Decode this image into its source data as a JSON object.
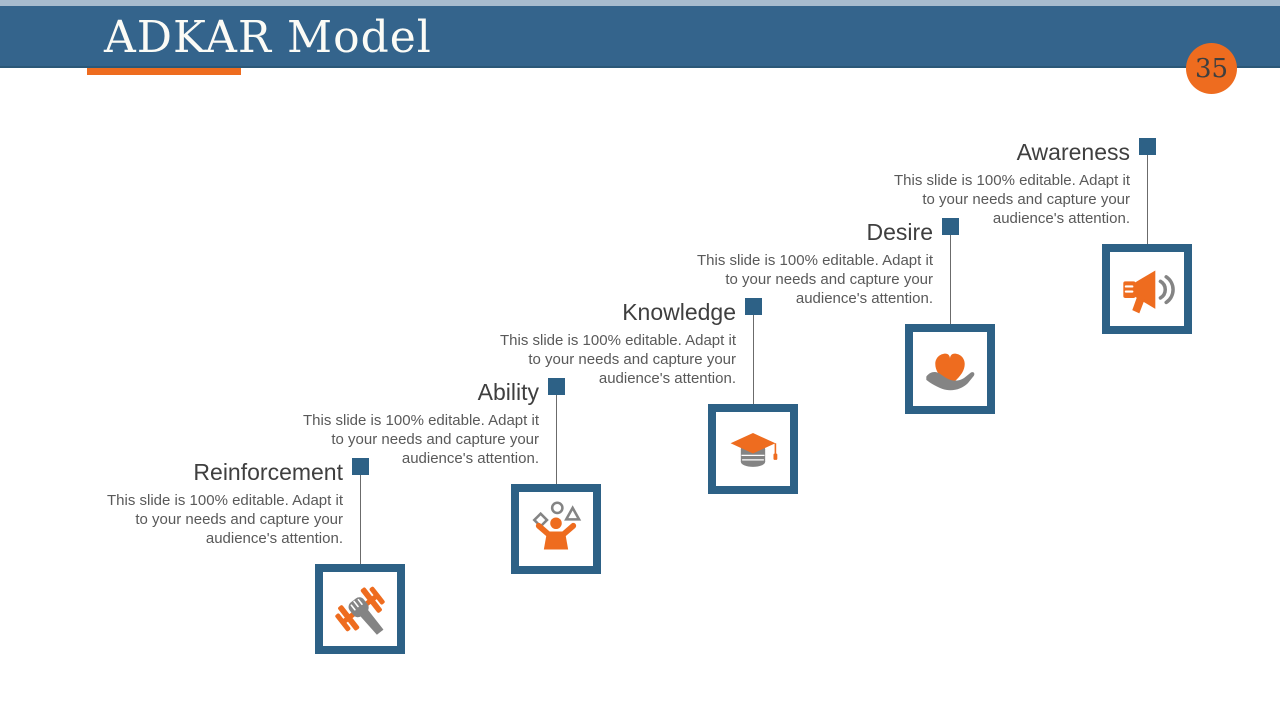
{
  "slide": {
    "title": "ADKAR Model",
    "page_number": "35"
  },
  "colors": {
    "header_blue": "#34648c",
    "top_strip": "#a7bbce",
    "header_edge": "#2b5878",
    "accent_orange": "#ee6c1f",
    "box_border_blue": "#2d6186",
    "step_title_color": "#3f3f3f",
    "step_desc_color": "#595959",
    "icon_gray": "#848484",
    "connector_line": "#6b6b6b",
    "page_number_color": "#3f3f3f"
  },
  "steps": [
    {
      "title": "Reinforcement",
      "description": "This slide is 100% editable. Adapt it to your needs and capture your audience's attention.",
      "icon": "fist-dumbbell-icon"
    },
    {
      "title": "Ability",
      "description": "This slide is 100% editable. Adapt it to your needs and capture your audience's attention.",
      "icon": "person-juggling-shapes-icon"
    },
    {
      "title": "Knowledge",
      "description": "This slide is 100% editable. Adapt it to your needs and capture your audience's attention.",
      "icon": "graduation-cap-icon"
    },
    {
      "title": "Desire",
      "description": "This slide is 100% editable. Adapt it to your needs and capture your audience's attention.",
      "icon": "heart-in-hand-icon"
    },
    {
      "title": "Awareness",
      "description": "This slide is 100% editable. Adapt it to your needs and capture your audience's attention.",
      "icon": "megaphone-icon"
    }
  ]
}
